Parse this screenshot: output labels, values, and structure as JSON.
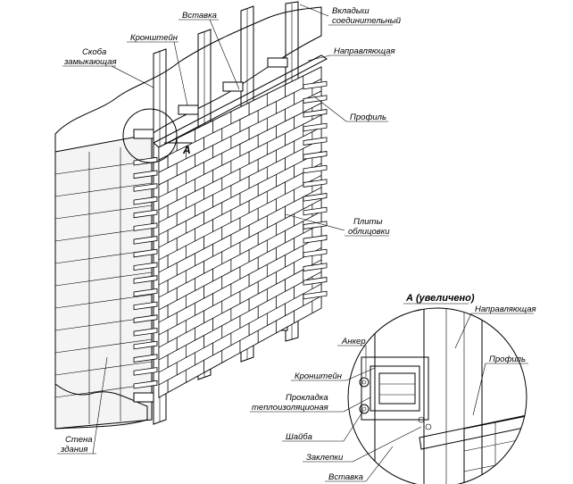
{
  "labels": {
    "vstavka_top": "Вставка",
    "vkladysh_1": "Вкладыш",
    "vkladysh_2": "соединительный",
    "kronshtein_top": "Кронштейн",
    "skoba_1": "Скоба",
    "skoba_2": "замыкающая",
    "napravl_top": "Направляющая",
    "profil_top": "Профиль",
    "plity_1": "Плиты",
    "plity_2": "облицовки",
    "stena_1": "Стена",
    "stena_2": "здания",
    "marker_a": "А"
  },
  "detail": {
    "title": "А (увеличено)",
    "napravl": "Направляющая",
    "profil": "Профиль",
    "anker": "Анкер",
    "kronshtein": "Кронштейн",
    "prokladka_1": "Прокладка",
    "prokladka_2": "теплоизоляционая",
    "shaiba": "Шайба",
    "zakl": "Заклепки",
    "vstavka": "Вставка"
  }
}
